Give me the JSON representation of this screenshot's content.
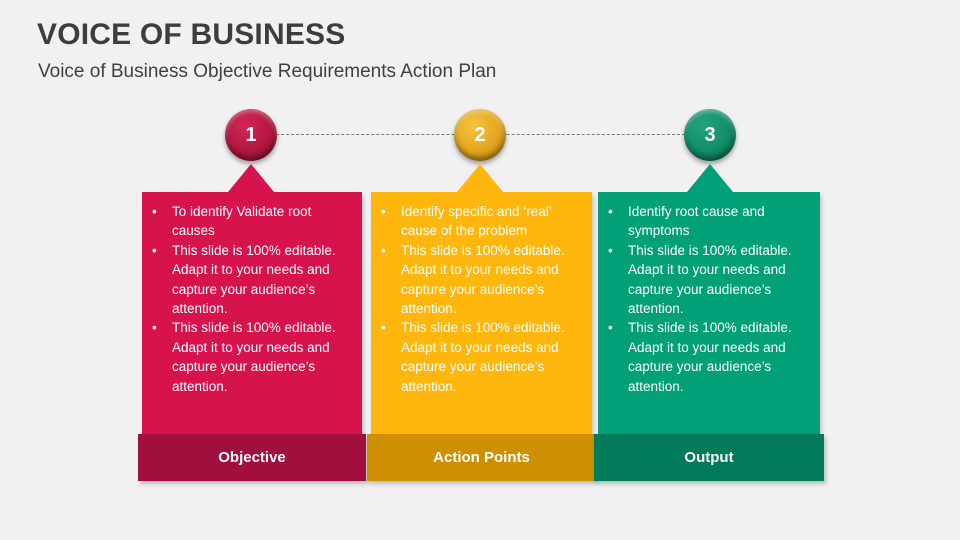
{
  "slide": {
    "title": "VOICE OF BUSINESS",
    "subtitle": "Voice of Business Objective Requirements Action Plan",
    "background_color": "#F1F1F2",
    "connector_style": "dashed",
    "connector_color": "#7A7A7A"
  },
  "columns": [
    {
      "number": "1",
      "label": "Objective",
      "main_color": "#D6134D",
      "footer_color": "#A10F3C",
      "circle_color": "#B11741",
      "text_color": "#FFFFFF",
      "bullets": [
        "To identify Validate root causes",
        "This slide is 100% editable. Adapt it to your needs and capture your audience’s attention.",
        "This slide is 100% editable. Adapt it to your needs and capture your audience’s attention."
      ]
    },
    {
      "number": "2",
      "label": "Action Points",
      "main_color": "#FFB70E",
      "footer_color": "#CE8F02",
      "circle_color": "#E3A51F",
      "text_color": "#FFFFFF",
      "bullets": [
        "Identify specific and ‘real’ cause of the problem",
        "This slide is 100% editable. Adapt it to your needs and capture your audience’s attention.",
        "This slide is 100% editable. Adapt it to your needs and capture your audience’s attention."
      ]
    },
    {
      "number": "3",
      "label": "Output",
      "main_color": "#02A077",
      "footer_color": "#007A59",
      "circle_color": "#128D68",
      "text_color": "#FFFFFF",
      "bullets": [
        "Identify root cause and symptoms",
        "This slide is 100% editable. Adapt it to your needs and capture your audience’s attention.",
        "This slide is 100% editable. Adapt it to your needs and capture your audience’s attention."
      ]
    }
  ]
}
